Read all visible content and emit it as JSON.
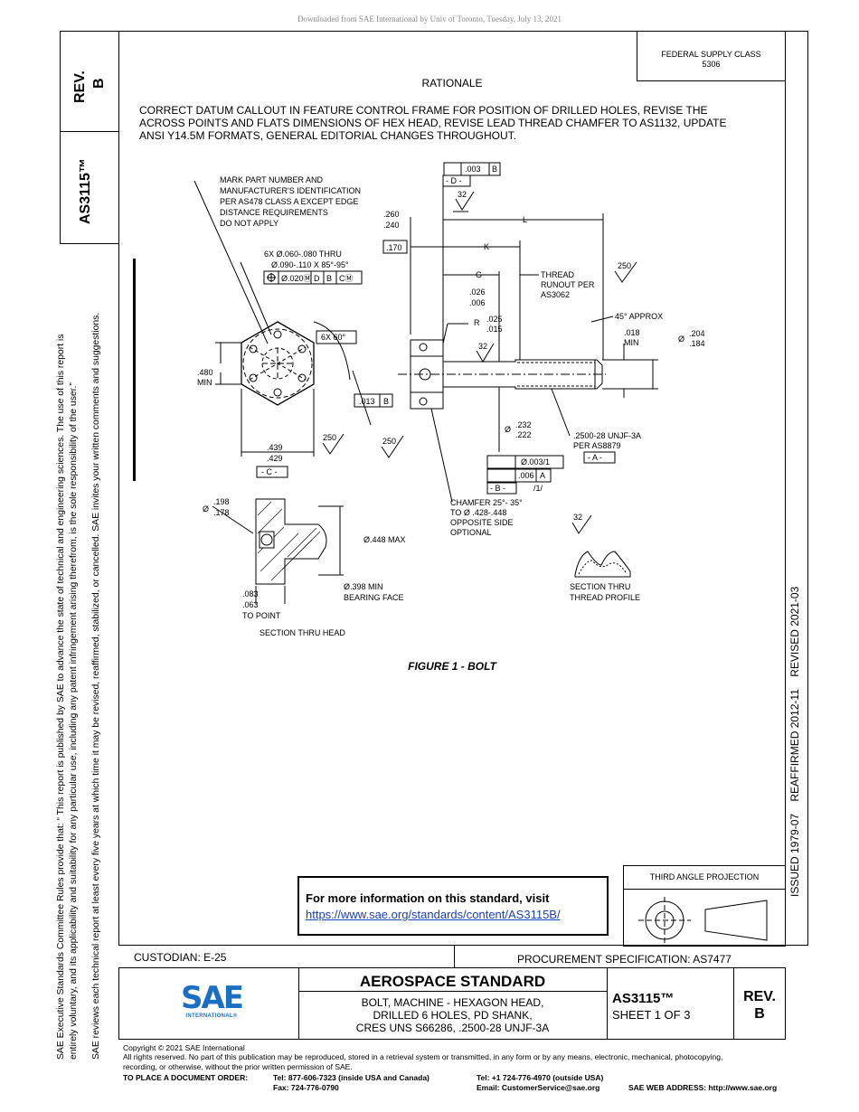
{
  "header": {
    "download_note": "Downloaded from SAE International by Univ of Toronto, Tuesday, July 13, 2021"
  },
  "left_sidebar": {
    "rev_label": "REV.",
    "rev_value": "B",
    "doc_number": "AS3115™",
    "disclaimer_line1": "SAE Executive Standards Committee Rules provide that: “ This report is published by SAE to advance the state of technical and engineering sciences. The use of this report is",
    "disclaimer_line2": "entirely voluntary, and its applicability and suitability for any particular use, including any patent infringement arising therefrom, is the sole responsibility of the user.”",
    "disclaimer_line3": "SAE reviews each technical report at least every five years at which time it may be revised, reaffirmed, stabilized, or cancelled. SAE invites your written comments and suggestions."
  },
  "right_sidebar": {
    "history": "ISSUED 1979-07    REAFFIRMED 2012-11    REVISED 2021-03"
  },
  "supply_class": {
    "line1": "FEDERAL SUPPLY CLASS",
    "line2": "5306"
  },
  "rationale": {
    "title": "RATIONALE",
    "line1": "CORRECT DATUM CALLOUT IN FEATURE CONTROL FRAME FOR POSITION OF DRILLED HOLES, REVISE THE",
    "line2": "ACROSS POINTS AND FLATS DIMENSIONS OF HEX HEAD, REVISE LEAD THREAD CHAMFER TO AS1132, UPDATE",
    "line3": "ANSI Y14.5M FORMATS, GENERAL EDITORIAL CHANGES THROUGHOUT."
  },
  "drawing": {
    "mark_note_1": "MARK PART NUMBER AND",
    "mark_note_2": "MANUFACTURER'S IDENTIFICATION",
    "mark_note_3": "PER AS478 CLASS A EXCEPT EDGE",
    "mark_note_4": "DISTANCE REQUIREMENTS",
    "mark_note_5": "DO NOT APPLY",
    "holes_1": "6X Ø.060-.080 THRU",
    "holes_2": "Ø.090-.110 X 85°-95°",
    "pos_tol": "Ø.020Ⓜ",
    "pos_d1": "D",
    "pos_d2": "B",
    "pos_d3": "CⓂ",
    "angle_6x": "6X 60°",
    "dim_480": ".480",
    "dim_min": "MIN",
    "runout_013": ".013",
    "runout_b": "B",
    "dim_439": ".439",
    "dim_429": ".429",
    "datum_c": "- C -",
    "finish_250a": "250",
    "finish_250b": "250",
    "finish_250c": "250",
    "flat_003": ".003",
    "flat_b": "B",
    "datum_d": "- D -",
    "finish_32a": "32",
    "finish_32b": "32",
    "finish_32c": "32",
    "dim_260": ".260",
    "dim_240": ".240",
    "dim_170": ".170",
    "dim_l": "L",
    "dim_k": "K",
    "dim_g": "G",
    "runout_1": "THREAD",
    "runout_2": "RUNOUT PER",
    "runout_3": "AS3062",
    "dim_026": ".026",
    "dim_006": ".006",
    "dim_r": "R",
    "dim_025": ".025",
    "dim_015": ".015",
    "chamfer_45": "45° APPROX",
    "dim_018": ".018",
    "dim_018min": "MIN",
    "dia_sym": "Ø",
    "dim_204": ".204",
    "dim_184": ".184",
    "dim_232": ".232",
    "dim_222": ".222",
    "thread_1": ".2500-28 UNJF-3A",
    "thread_2": "PER AS8879",
    "datum_a": "- A -",
    "straight_tol": "Ø.003/1",
    "runout_006": ".006",
    "runout_a": "A",
    "datum_b": "- B -",
    "per_1": "/1/",
    "chamfer_1": "CHAMFER 25°- 35°",
    "chamfer_2": "TO Ø .428-.448",
    "chamfer_3": "OPPOSITE SIDE",
    "chamfer_4": "OPTIONAL",
    "dim_198": ".198",
    "dim_178": ".178",
    "dim_448max": "Ø.448 MAX",
    "dim_398": "Ø.398 MIN",
    "bearing": "BEARING FACE",
    "dim_083": ".083",
    "dim_063": ".063",
    "to_point": "TO POINT",
    "section_head": "SECTION THRU HEAD",
    "section_thread_1": "SECTION THRU",
    "section_thread_2": "THREAD PROFILE"
  },
  "figure_caption": "FIGURE 1 - BOLT",
  "third_angle": "THIRD ANGLE PROJECTION",
  "info_box": {
    "text": "For more information on this standard, visit",
    "link": "https://www.sae.org/standards/content/AS3115B/"
  },
  "custodian": "CUSTODIAN: E-25",
  "procurement": "PROCUREMENT SPECIFICATION: AS7477",
  "logo": {
    "text": "SAE",
    "subtext": "INTERNATIONAL®"
  },
  "title_block": {
    "heading": "AEROSPACE STANDARD",
    "desc1": "BOLT, MACHINE - HEXAGON HEAD,",
    "desc2": "DRILLED 6 HOLES, PD SHANK,",
    "desc3": "CRES UNS S66286, .2500-28 UNJF-3A",
    "doc": "AS3115™",
    "sheet": "SHEET 1 OF 3",
    "rev_label": "REV.",
    "rev_value": "B"
  },
  "footer": {
    "copyright": "Copyright © 2021 SAE International",
    "rights1": "All rights reserved. No part of this publication may be reproduced, stored in a retrieval system or transmitted, in any form or by any means, electronic, mechanical, photocopying,",
    "rights2": "recording, or otherwise, without the prior written permission of SAE.",
    "order_label": "TO PLACE A DOCUMENT ORDER:",
    "tel_us": "Tel:  877-606-7323 (inside USA and Canada)",
    "fax": "Fax:  724-776-0790",
    "tel_intl": "Tel:  +1 724-776-4970 (outside USA)",
    "email": "Email:  CustomerService@sae.org",
    "web": "SAE WEB ADDRESS: http://www.sae.org"
  }
}
